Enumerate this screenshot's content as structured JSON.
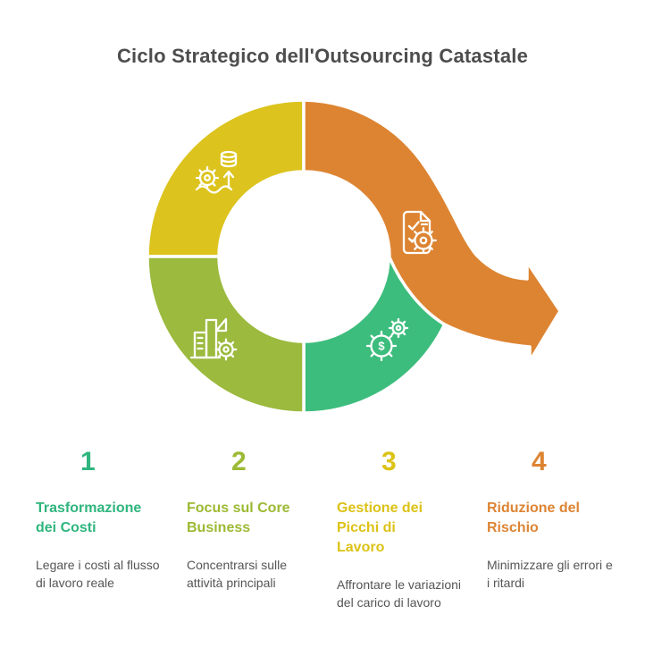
{
  "title": "Ciclo Strategico dell'Outsourcing Catastale",
  "colors": {
    "title_gray": "#4D4D4D",
    "body_gray": "#555555",
    "teal": "#3DBD7D",
    "green": "#9BBA3E",
    "yellow": "#DCC31D",
    "orange": "#DD8432",
    "teal_text": "#2FB57D",
    "green_text": "#9CBA33",
    "yellow_text": "#DCC216",
    "orange_text": "#DD8433",
    "icon_stroke": "#FFFFFF"
  },
  "cycle": {
    "segments": [
      {
        "id": 1,
        "position": "top-left",
        "color_key": "yellow",
        "icon": "data-growth-icon"
      },
      {
        "id": 2,
        "position": "bottom-left",
        "color_key": "green",
        "icon": "building-gear-icon"
      },
      {
        "id": 3,
        "position": "bottom-right",
        "color_key": "teal",
        "icon": "dollar-gear-icon"
      },
      {
        "id": 4,
        "position": "top-right-arrow",
        "color_key": "orange",
        "icon": "checklist-gear-icon"
      }
    ],
    "dollar_glyph": "$"
  },
  "steps": [
    {
      "number": "1",
      "title": "Trasformazione dei Costi",
      "description": "Legare i costi al flusso di lavoro reale"
    },
    {
      "number": "2",
      "title": "Focus sul Core Business",
      "description": "Concentrarsi sulle attività principali"
    },
    {
      "number": "3",
      "title": "Gestione dei Picchi di Lavoro",
      "description": "Affrontare le variazioni del carico di lavoro"
    },
    {
      "number": "4",
      "title": "Riduzione del Rischio",
      "description": "Minimizzare gli errori e i ritardi"
    }
  ]
}
